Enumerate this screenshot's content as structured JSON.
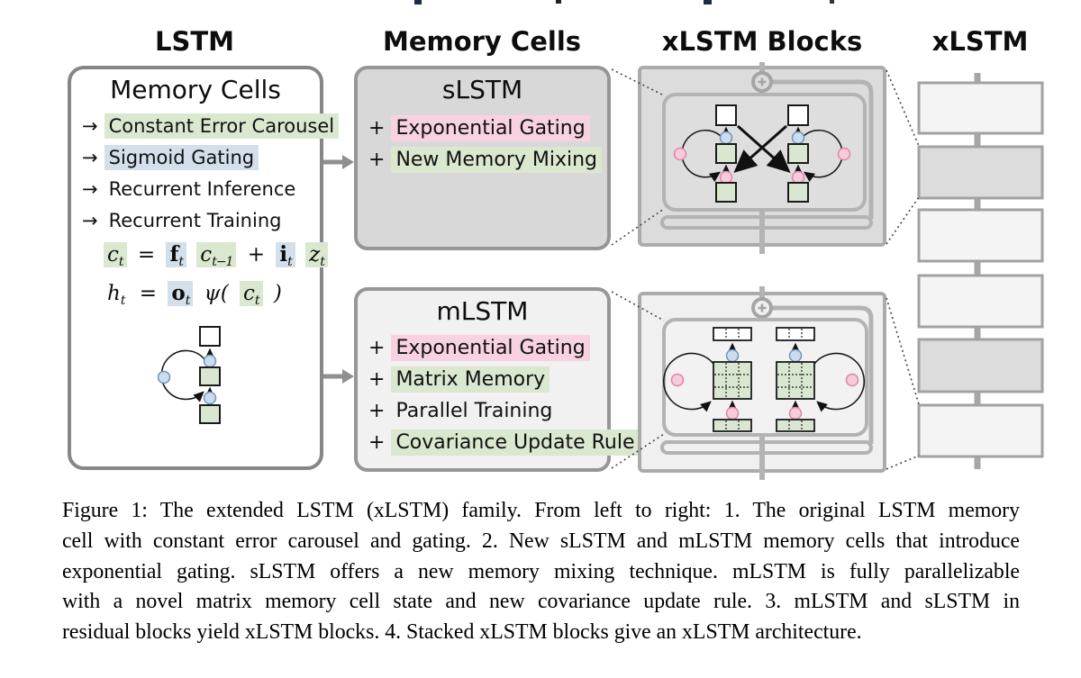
{
  "figure": {
    "column_headers": [
      {
        "label": "LSTM"
      },
      {
        "label": "Memory Cells"
      },
      {
        "label": "xLSTM Blocks"
      },
      {
        "label": "xLSTM"
      }
    ],
    "lstm_box": {
      "title": "Memory Cells",
      "items": [
        {
          "bullet": "→",
          "label": "Constant Error Carousel",
          "highlight": "green"
        },
        {
          "bullet": "→",
          "label": "Sigmoid Gating",
          "highlight": "blue"
        },
        {
          "bullet": "→",
          "label": "Recurrent Inference",
          "highlight": "none"
        },
        {
          "bullet": "→",
          "label": "Recurrent Training",
          "highlight": "none"
        }
      ]
    },
    "slstm_box": {
      "title": "sLSTM",
      "items": [
        {
          "bullet": "+",
          "label": "Exponential Gating",
          "highlight": "pink"
        },
        {
          "bullet": "+",
          "label": "New Memory Mixing",
          "highlight": "green"
        }
      ]
    },
    "mlstm_box": {
      "title": "mLSTM",
      "items": [
        {
          "bullet": "+",
          "label": "Exponential Gating",
          "highlight": "pink"
        },
        {
          "bullet": "+",
          "label": "Matrix Memory",
          "highlight": "green"
        },
        {
          "bullet": "+",
          "label": "Parallel Training",
          "highlight": "none"
        },
        {
          "bullet": "+",
          "label": "Covariance Update Rule",
          "highlight": "green"
        }
      ]
    },
    "equations": {
      "row1": {
        "t0": {
          "b": "c",
          "s": "t"
        },
        "t1": {
          "b": "="
        },
        "t2": {
          "b": "f",
          "s": "t"
        },
        "t3": {
          "b": "c",
          "s": "t−1"
        },
        "t4": {
          "b": "+"
        },
        "t5": {
          "b": "i",
          "s": "t"
        },
        "t6": {
          "b": "z",
          "s": "t"
        }
      },
      "row2": {
        "t0": {
          "b": "h",
          "s": "t"
        },
        "t1": {
          "b": "="
        },
        "t2": {
          "b": "o",
          "s": "t"
        },
        "t3": {
          "b": "ψ("
        },
        "t4": {
          "b": "c",
          "s": "t"
        },
        "t5": {
          "b": ")"
        }
      }
    },
    "caption": {
      "lines": [
        "Figure 1: The extended LSTM (xLSTM) family. From left to right: 1. The original LSTM memory",
        "cell with constant error carousel and gating. 2. New sLSTM and mLSTM memory cells that introduce",
        "exponential gating. sLSTM offers a new memory mixing technique. mLSTM is fully parallelizable",
        "with a novel matrix memory cell state and new covariance update rule. 3. mLSTM and sLSTM in",
        "residual blocks yield xLSTM blocks. 4. Stacked xLSTM blocks give an xLSTM architecture."
      ]
    },
    "colors": {
      "highlight_green": "#dbe8d0",
      "highlight_blue": "#d3dfeb",
      "highlight_pink": "#f8d2e0",
      "cell_green_fill": "#d9e7d0",
      "gate_blue_fill": "#cbdcee",
      "gate_pink_fill": "#f7cbdb",
      "structure_gray": "#b3b3b3",
      "slstm_panel_gray": "#d8d8d8",
      "mlstm_panel_light": "#f1f1f1",
      "stack_dark_block": "#dcdcdc",
      "stack_light_block": "#f4f4f4",
      "panel_border_gray": "#969696"
    }
  }
}
